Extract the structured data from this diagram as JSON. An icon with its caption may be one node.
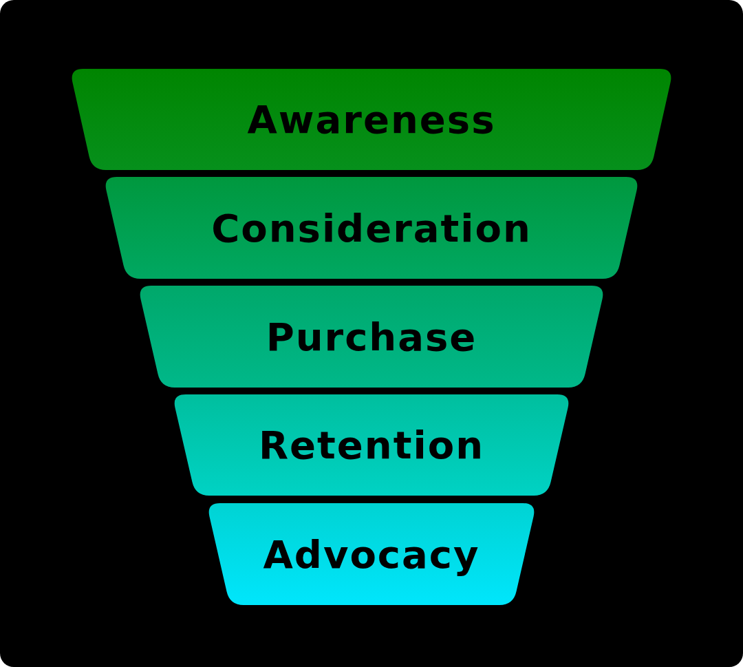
{
  "diagram": {
    "nodes": [
      {
        "text": [
          "Awareness"
        ]
      },
      {
        "text": [
          "Consideration"
        ]
      },
      {
        "text": [
          "Purchase"
        ]
      },
      {
        "text": [
          "Retention"
        ]
      },
      {
        "text": [
          "Advocacy"
        ]
      }
    ]
  }
}
